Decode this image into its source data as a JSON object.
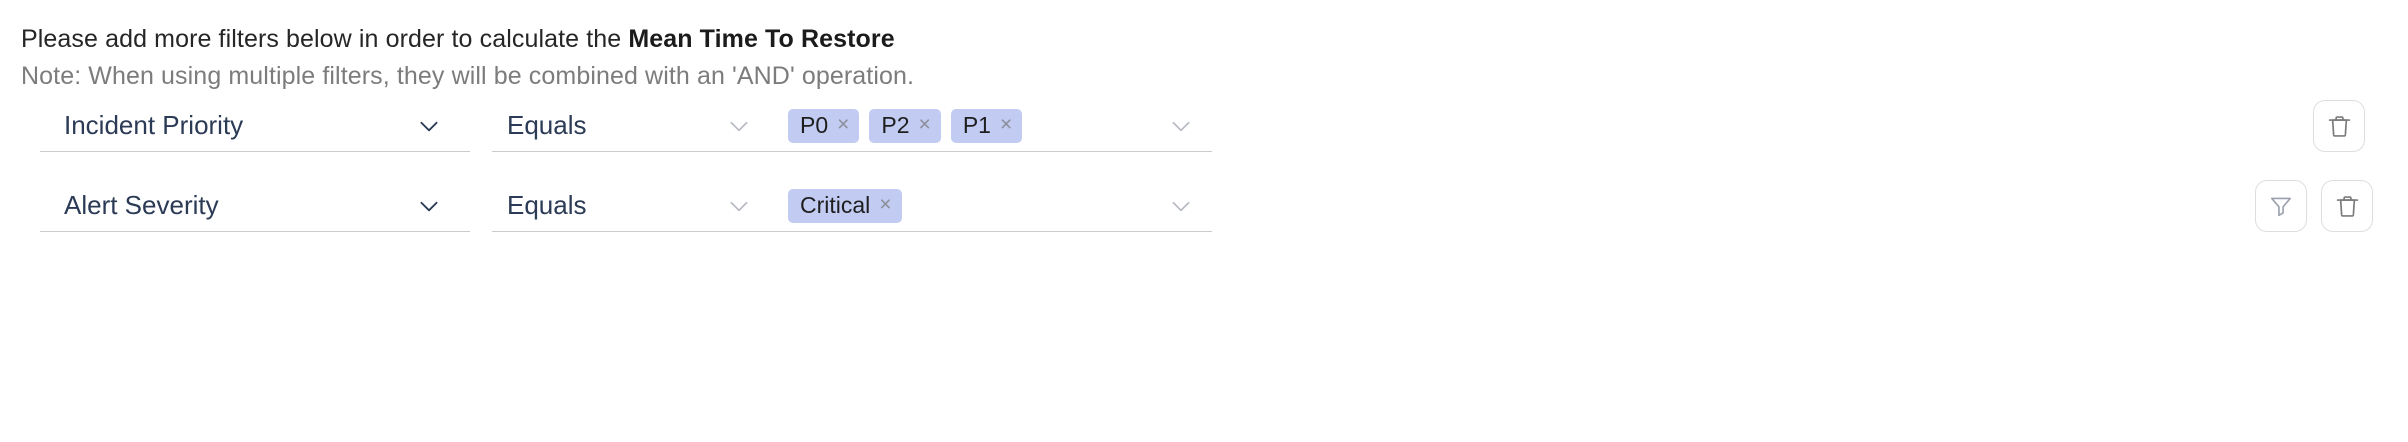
{
  "header": {
    "instruction_prefix": "Please add more filters below in order to calculate the ",
    "instruction_metric": "Mean Time To Restore",
    "note": "Note: When using multiple filters, they will be combined with an 'AND' operation."
  },
  "colors": {
    "chip_background": "#c2cbf2",
    "field_text": "#2b3a55",
    "note_text": "#7c7c7c",
    "underline": "#c9cbcf",
    "button_border": "#dcdee2"
  },
  "filters": [
    {
      "field": "Incident Priority",
      "field_chevron": "chevron-down-icon",
      "operator": "Equals",
      "operator_chevron": "chevron-down-icon",
      "values": [
        {
          "label": "P0",
          "remove": "×"
        },
        {
          "label": "P2",
          "remove": "×"
        },
        {
          "label": "P1",
          "remove": "×"
        }
      ],
      "values_chevron": "chevron-down-icon",
      "actions": [
        {
          "name": "delete-filter-button",
          "icon": "trash-icon"
        }
      ]
    },
    {
      "field": "Alert Severity",
      "field_chevron": "chevron-down-icon",
      "operator": "Equals",
      "operator_chevron": "chevron-down-icon",
      "values": [
        {
          "label": "Critical",
          "remove": "×"
        }
      ],
      "values_chevron": "chevron-down-icon",
      "actions": [
        {
          "name": "add-filter-button",
          "icon": "funnel-icon"
        },
        {
          "name": "delete-filter-button",
          "icon": "trash-icon"
        }
      ]
    }
  ]
}
